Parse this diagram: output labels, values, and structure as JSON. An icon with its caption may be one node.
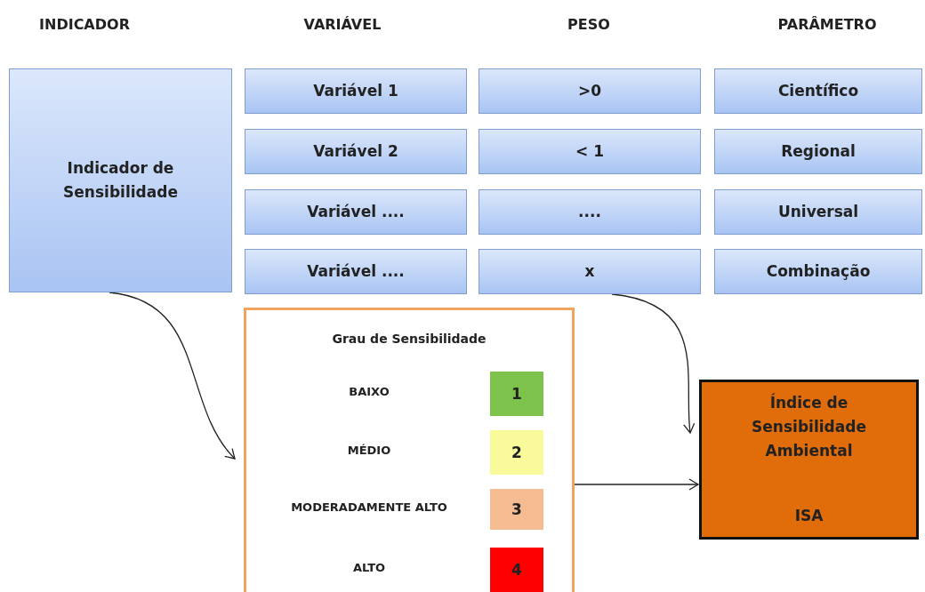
{
  "diagram": {
    "nodes": [
      {
        "text": [
          "Indicador de Sensibilidade"
        ]
      },
      {
        "text": [
          "Variável 1"
        ]
      },
      {
        "text": [
          "Variável 2"
        ]
      },
      {
        "text": [
          "Variável ...."
        ]
      },
      {
        "text": [
          "Variável ...."
        ]
      },
      {
        "text": [
          ">0"
        ]
      },
      {
        "text": [
          "< 1"
        ]
      },
      {
        "text": [
          "...."
        ]
      },
      {
        "text": [
          "x"
        ]
      },
      {
        "text": [
          "Científico"
        ]
      },
      {
        "text": [
          "Regional"
        ]
      },
      {
        "text": [
          "Universal"
        ]
      },
      {
        "text": [
          "Combinação"
        ]
      },
      {
        "text": [
          "Grau de Sensibilidade"
        ]
      },
      {
        "text": [
          "1"
        ],
        "in": 13
      },
      {
        "text": [
          "2"
        ],
        "in": 13
      },
      {
        "text": [
          "3"
        ],
        "in": 13
      },
      {
        "text": [
          "4"
        ],
        "in": 13
      },
      {
        "text": [
          "Índice de Sensibilidade Ambiental",
          "ISA"
        ]
      }
    ],
    "edges": [
      {
        "from": 0,
        "to": 13,
        "arrow": "to"
      },
      {
        "from": 8,
        "to": 18,
        "arrow": "to"
      },
      {
        "from": 13,
        "to": 18,
        "arrow": "to"
      }
    ],
    "labels": [
      "INDICADOR",
      "VARIÁVEL",
      "PESO",
      "PARÂMETRO",
      "BAIXO",
      "MÉDIO",
      "MODERADAMENTE ALTO",
      "ALTO"
    ]
  }
}
